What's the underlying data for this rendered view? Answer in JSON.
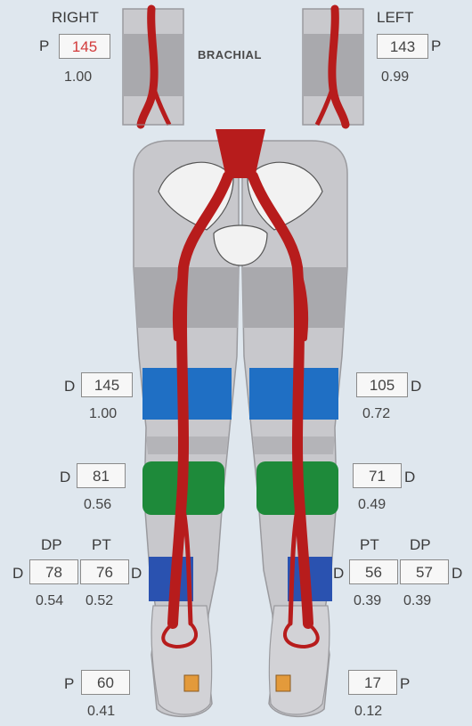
{
  "brachial": {
    "label": "BRACHIAL",
    "right": {
      "side_label": "RIGHT",
      "type": "P",
      "value": "145",
      "index": "1.00"
    },
    "left": {
      "side_label": "LEFT",
      "type": "P",
      "value": "143",
      "index": "0.99"
    }
  },
  "thigh": {
    "right": {
      "type": "D",
      "value": "145",
      "index": "1.00"
    },
    "left": {
      "type": "D",
      "value": "105",
      "index": "0.72"
    }
  },
  "calf": {
    "right": {
      "type": "D",
      "value": "81",
      "index": "0.56"
    },
    "left": {
      "type": "D",
      "value": "71",
      "index": "0.49"
    }
  },
  "ankle": {
    "right": {
      "dp": {
        "header": "DP",
        "value": "78",
        "index": "0.54"
      },
      "pt": {
        "header": "PT",
        "value": "76",
        "index": "0.52"
      },
      "type_left": "D",
      "type_right": "D"
    },
    "left": {
      "pt": {
        "header": "PT",
        "value": "56",
        "index": "0.39"
      },
      "dp": {
        "header": "DP",
        "value": "57",
        "index": "0.39"
      },
      "type_left": "D",
      "type_right": "D"
    }
  },
  "toe": {
    "right": {
      "type": "P",
      "value": "60",
      "index": "0.41"
    },
    "left": {
      "type": "P",
      "value": "17",
      "index": "0.12"
    }
  },
  "colors": {
    "background": "#dfe7ee",
    "leg_light": "#c8c8cc",
    "leg_dark": "#a9a9ad",
    "artery": "#b71c1c",
    "thigh_band": "#1f6fc4",
    "calf_band": "#1e8a3a",
    "ankle_band": "#2a52b0",
    "toe_marker": "#e39a3b"
  }
}
